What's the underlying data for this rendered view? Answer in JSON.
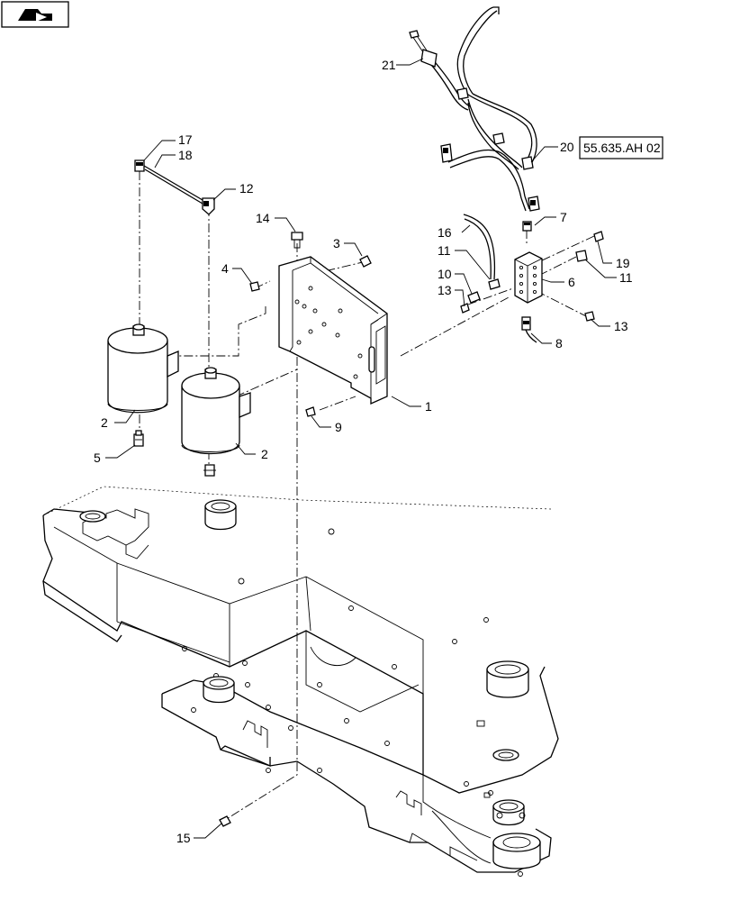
{
  "nav_icon": {
    "name": "navigation-arrow-icon"
  },
  "reference_box": {
    "text": "55.635.AH 02"
  },
  "callouts": {
    "c1": "1",
    "c2a": "2",
    "c2b": "2",
    "c3": "3",
    "c4": "4",
    "c5": "5",
    "c6": "6",
    "c7": "7",
    "c8": "8",
    "c9": "9",
    "c10": "10",
    "c11a": "11",
    "c11b": "11",
    "c12": "12",
    "c13a": "13",
    "c13b": "13",
    "c14": "14",
    "c15": "15",
    "c16": "16",
    "c17": "17",
    "c18": "18",
    "c19": "19",
    "c20": "20",
    "c21": "21"
  }
}
